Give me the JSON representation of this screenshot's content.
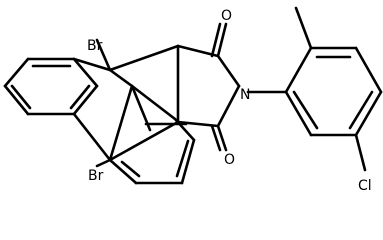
{
  "molecule": {
    "atoms": {
      "br_top": "Br",
      "br_bottom": "Br",
      "o_top": "O",
      "o_bottom": "O",
      "n": "N",
      "cl": "Cl"
    }
  }
}
